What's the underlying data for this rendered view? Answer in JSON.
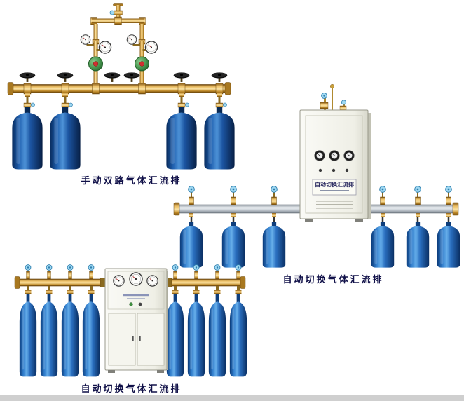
{
  "page": {
    "background_color": "#ffffff",
    "footer_strip_color": "#cfcfcf"
  },
  "products": [
    {
      "name": "manual-dual-gas-manifold",
      "caption": "手动双路气体汇流排",
      "cylinder_count": 4,
      "pipe_material_color": "#d9a13f",
      "cylinder_color": "#1f5fae"
    },
    {
      "name": "auto-switch-gas-manifold-a",
      "caption": "自动切换气体汇流排",
      "cabinet_plate_text": "自动切换汇流排",
      "cylinder_count": 6,
      "pipe_material_color": "#c2c9d0",
      "cylinder_color": "#2f7ccb"
    },
    {
      "name": "auto-switch-gas-manifold-b",
      "caption": "自动切换气体汇流排",
      "cylinder_count": 8,
      "pipe_material_color": "#d9a13f",
      "cylinder_color": "#2f7ccb"
    }
  ],
  "colors": {
    "caption_text": "#101048",
    "brass": "#d9a13f",
    "silver_pipe": "#c2c9d0",
    "cabinet": "#f2f2ea",
    "gauge_face": "#fdfdfb",
    "valve_cap_blue": "#9fd8f2"
  }
}
